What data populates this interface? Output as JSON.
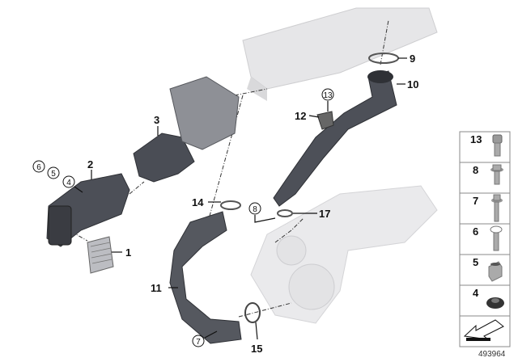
{
  "callouts": {
    "c1": "1",
    "c2": "2",
    "c3": "3",
    "c4": "4",
    "c5": "5",
    "c6": "6",
    "c7": "7",
    "c8": "8",
    "c9": "9",
    "c10": "10",
    "c11": "11",
    "c12": "12",
    "c13": "13",
    "c14": "14",
    "c15": "15",
    "c17": "17"
  },
  "legend_panel": {
    "items": [
      {
        "number": "13",
        "icon": "cap-screw-short"
      },
      {
        "number": "8",
        "icon": "flange-bolt"
      },
      {
        "number": "7",
        "icon": "flange-bolt-long"
      },
      {
        "number": "6",
        "icon": "pan-head-screw"
      },
      {
        "number": "5",
        "icon": "spacer-sleeve"
      },
      {
        "number": "4",
        "icon": "rubber-grommet"
      },
      {
        "number": "",
        "icon": "direction-arrow"
      }
    ]
  },
  "image_number": "493964",
  "colors": {
    "part_dark": "#4a4d55",
    "part_light": "#d8d9dc",
    "engine": "#e6e6e6"
  }
}
